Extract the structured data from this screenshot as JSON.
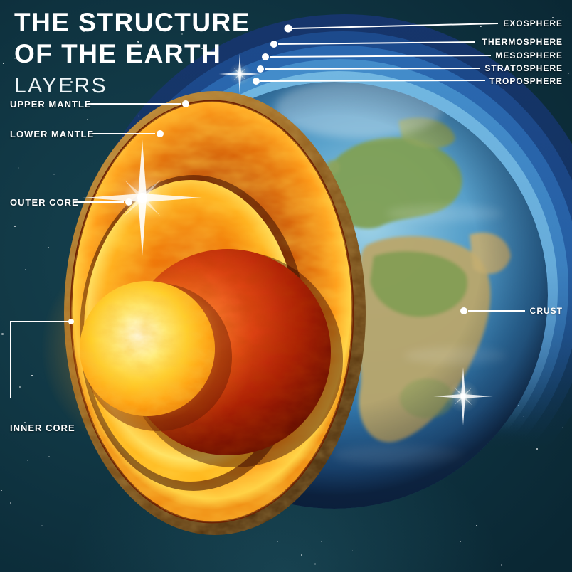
{
  "title": {
    "line1": "THE STRUCTURE",
    "line2": "OF THE EARTH",
    "subtitle": "LAYERS"
  },
  "labels": {
    "upper_mantle": "UPPER MANTLE",
    "lower_mantle": "LOWER MANTLE",
    "outer_core": "OUTER CORE",
    "inner_core": "INNER CORE",
    "crust": "CRUST",
    "exosphere": "EXOSPHERE",
    "thermosphere": "THERMOSPHERE",
    "mesosphere": "MESOSPHERE",
    "stratosphere": "STRATOSPHERE",
    "troposphere": "TROPOSPHERE"
  },
  "diagram": {
    "type": "cutaway-earth-layers",
    "earth_layers_order": [
      "CRUST",
      "UPPER MANTLE",
      "LOWER MANTLE",
      "OUTER CORE",
      "INNER CORE"
    ],
    "atmosphere_layers_order": [
      "TROPOSPHERE",
      "STRATOSPHERE",
      "MESOSPHERE",
      "THERMOSPHERE",
      "EXOSPHERE"
    ]
  },
  "colors": {
    "background": "#0d2f3c",
    "label_text": "#ffffff",
    "mantle_orange": "#ff9d1a",
    "outer_core_yellow": "#ffb81e",
    "core_red": "#ab1d05",
    "inner_core_glow": "#ffcf2a",
    "crust_gold": "#96621f",
    "ocean_blue": "#3379ad",
    "land_green": "#7fa055",
    "land_tan": "#b9a66b",
    "atmosphere_blues": [
      "#16356e",
      "#1d4b8e",
      "#2b6ab2",
      "#458fcc",
      "#74b9e2"
    ]
  }
}
